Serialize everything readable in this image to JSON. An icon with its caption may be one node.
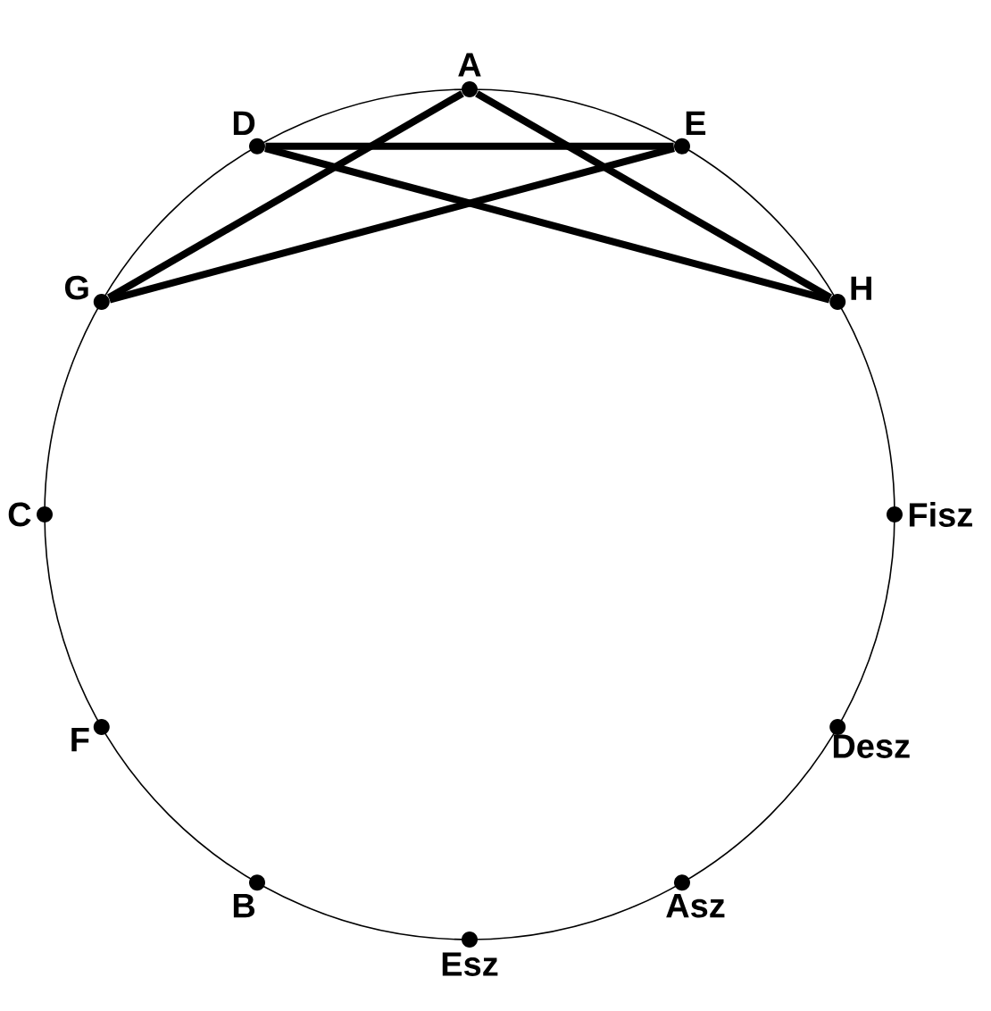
{
  "diagram": {
    "nodes": [
      {
        "text": [],
        "shape": "circle",
        "beside": [
          "A"
        ]
      },
      {
        "text": [],
        "shape": "circle",
        "beside": [
          "E"
        ]
      },
      {
        "text": [],
        "shape": "circle",
        "beside": [
          "H"
        ]
      },
      {
        "text": [],
        "shape": "circle",
        "beside": [
          "Fisz"
        ]
      },
      {
        "text": [],
        "shape": "circle",
        "beside": [
          "Desz"
        ]
      },
      {
        "text": [],
        "shape": "circle",
        "beside": [
          "Asz"
        ]
      },
      {
        "text": [],
        "shape": "circle",
        "beside": [
          "Esz"
        ]
      },
      {
        "text": [],
        "shape": "circle",
        "beside": [
          "B"
        ]
      },
      {
        "text": [],
        "shape": "circle",
        "beside": [
          "F"
        ]
      },
      {
        "text": [],
        "shape": "circle",
        "beside": [
          "C"
        ]
      },
      {
        "text": [],
        "shape": "circle",
        "beside": [
          "G"
        ]
      },
      {
        "text": [],
        "shape": "circle",
        "beside": [
          "D"
        ]
      }
    ],
    "edges": [
      {
        "from": 0,
        "to": 10,
        "arrow": "none"
      },
      {
        "from": 0,
        "to": 2,
        "arrow": "none"
      },
      {
        "from": 11,
        "to": 1,
        "arrow": "none"
      },
      {
        "from": 11,
        "to": 2,
        "arrow": "none"
      },
      {
        "from": 1,
        "to": 10,
        "arrow": "none"
      }
    ]
  }
}
